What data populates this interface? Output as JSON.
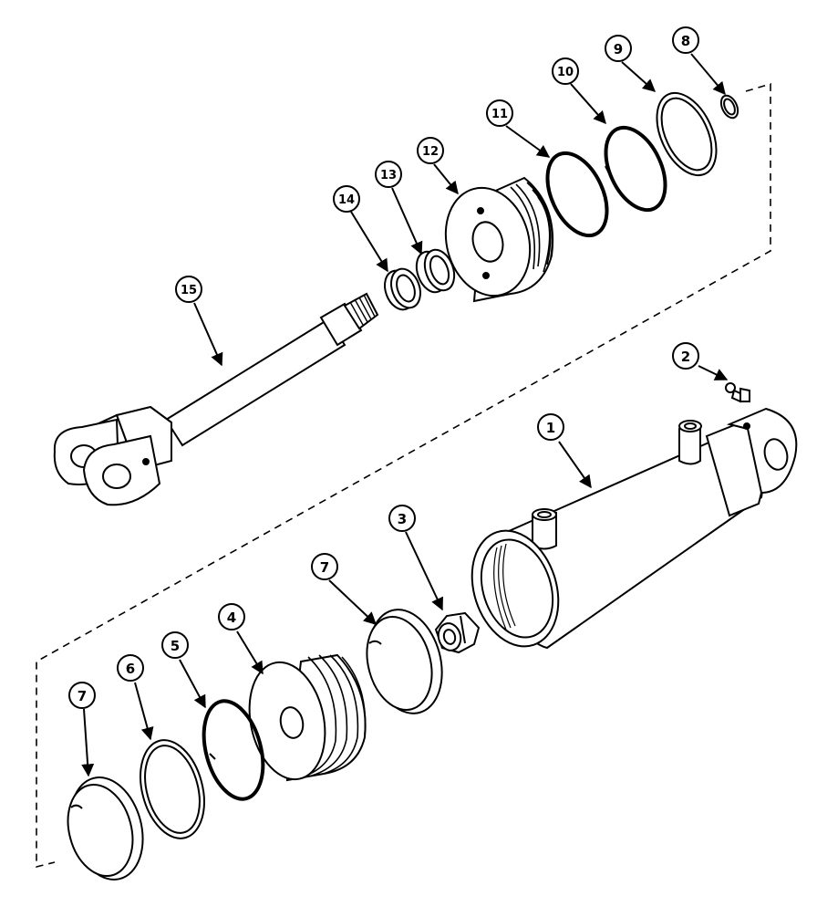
{
  "diagram": {
    "callouts": [
      {
        "id": "c1",
        "label": "1"
      },
      {
        "id": "c2",
        "label": "2"
      },
      {
        "id": "c3",
        "label": "3"
      },
      {
        "id": "c4",
        "label": "4"
      },
      {
        "id": "c5",
        "label": "5"
      },
      {
        "id": "c6",
        "label": "6"
      },
      {
        "id": "c7a",
        "label": "7"
      },
      {
        "id": "c7b",
        "label": "7"
      },
      {
        "id": "c8",
        "label": "8"
      },
      {
        "id": "c9",
        "label": "9"
      },
      {
        "id": "c10",
        "label": "10"
      },
      {
        "id": "c11",
        "label": "11"
      },
      {
        "id": "c12",
        "label": "12"
      },
      {
        "id": "c13",
        "label": "13"
      },
      {
        "id": "c14",
        "label": "14"
      },
      {
        "id": "c15",
        "label": "15"
      }
    ]
  }
}
